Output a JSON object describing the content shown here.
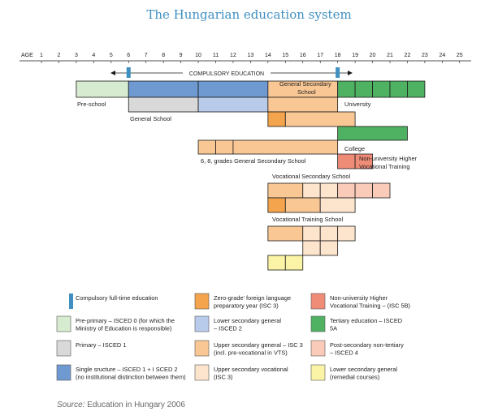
{
  "title": "The Hungarian education system",
  "colors": {
    "line": "#1a1a1a",
    "compulsory": "#3f8fc0",
    "isced0": "#d6ebcf",
    "isced1": "#d9d9d9",
    "isced1_2": "#6f9ad1",
    "isced2": "#b8cbeb",
    "zero_grade": "#f4a44d",
    "isced3": "#f9c794",
    "vocational": "#fde4cc",
    "isced4": "#fbcbb9",
    "isced5b": "#ef8c77",
    "isced5a": "#4fb162",
    "remedial": "#fbf3a5"
  },
  "axis": {
    "label": "AGE",
    "ticks": [
      "1",
      "2",
      "3",
      "4",
      "5",
      "6",
      "7",
      "8",
      "9",
      "10",
      "11",
      "12",
      "13",
      "14",
      "15",
      "16",
      "17",
      "18",
      "19",
      "20",
      "21",
      "22",
      "23",
      "24",
      "25"
    ]
  },
  "compulsory_label": "COMPULSORY EDUCATION",
  "labels": {
    "preschool": "Pre-school",
    "general_school": "General School",
    "general_secondary_1": "General Secondary",
    "general_secondary_2": "School",
    "university": "University",
    "college": "College",
    "non_univ_1": "Non-university Higher",
    "non_univ_2": "Vocational Training",
    "six_eight": "6, 8, grades General Secondary School",
    "vocational_secondary": "Vocational Secondary School",
    "vocational_training": "Vocational Training School"
  },
  "legend": [
    {
      "key": "compulsory",
      "type": "line",
      "lines": [
        "Compulsory full-time education"
      ]
    },
    {
      "key": "zero_grade",
      "type": "box",
      "lines": [
        "Zero-grade' foreign language",
        "preparatory year (ISC 3)"
      ]
    },
    {
      "key": "isced5b",
      "type": "box",
      "lines": [
        "Non-university Higher",
        "Vocational Training – (ISC 5B)"
      ]
    },
    {
      "key": "isced0",
      "type": "box",
      "lines": [
        "Pre-primary – ISCED 0 (for which the",
        "Ministry of Education is responsible)"
      ]
    },
    {
      "key": "isced2",
      "type": "box",
      "lines": [
        "Lower secondary general",
        "– ISCED 2"
      ]
    },
    {
      "key": "isced5a",
      "type": "box",
      "lines": [
        "Tertiary education – ISCED",
        "5A"
      ]
    },
    {
      "key": "isced1",
      "type": "box",
      "lines": [
        "Primary – ISCED 1"
      ]
    },
    {
      "key": "isced3",
      "type": "box",
      "lines": [
        "Upper secondary general – ISC 3",
        "(incl. pre-vocational in VTS)"
      ]
    },
    {
      "key": "isced4",
      "type": "box",
      "lines": [
        "Post-secondary non-tertiary",
        "– ISCED 4"
      ]
    },
    {
      "key": "isced1_2",
      "type": "box",
      "lines": [
        "Single sructure – ISCED 1 + I SCED 2",
        "(no institutional distinction between them)"
      ]
    },
    {
      "key": "vocational",
      "type": "box",
      "lines": [
        "Upper secondary vocational",
        "(ISC 3)"
      ]
    },
    {
      "key": "remedial",
      "type": "box",
      "lines": [
        "Lower secondary general",
        "(remedial courses)"
      ]
    }
  ],
  "source_prefix": "Source:",
  "source_text": " Education in Hungary 2006"
}
